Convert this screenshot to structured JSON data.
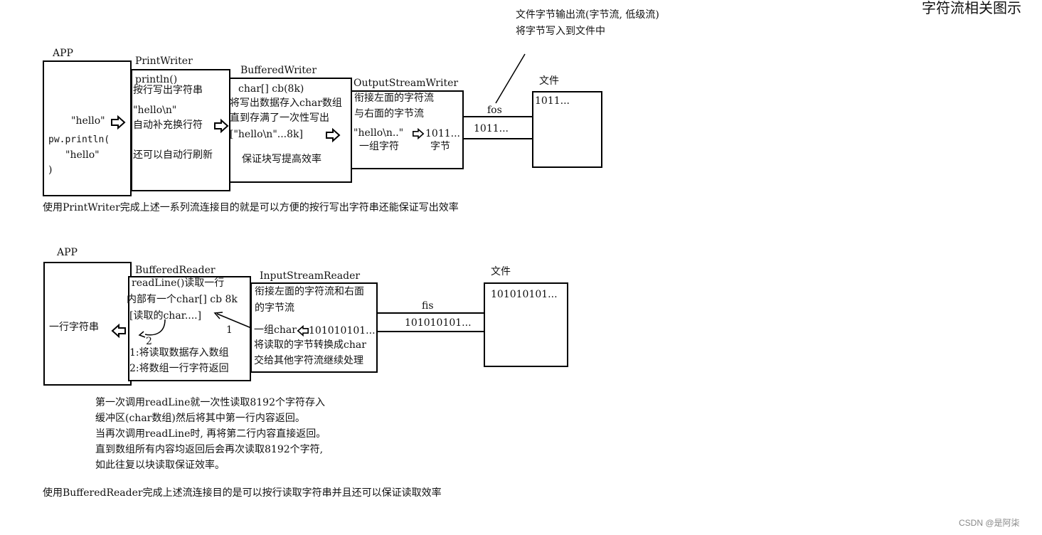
{
  "title": "字符流相关图示",
  "watermark": "CSDN @是阿柒",
  "writer": {
    "app_label": "APP",
    "app_lines": [
      "\"hello\"",
      "pw.println(",
      "\"hello\"",
      ")"
    ],
    "printwriter_label": "PrintWriter",
    "printwriter_lines": [
      "println()",
      "按行写出字符串",
      "\"hello\\n\"",
      "自动补充换行符",
      "还可以自动行刷新"
    ],
    "bufferedwriter_label": "BufferedWriter",
    "bufferedwriter_lines": [
      "char[] cb(8k)",
      "将写出数据存入char数组",
      "直到存满了一次性写出",
      "[\"hello\\n\"...8k]",
      "保证块写提高效率"
    ],
    "osw_label": "OutputStreamWriter",
    "osw_lines": [
      "衔接左面的字符流",
      "与右面的字节流",
      "\"hello\\n..\"",
      "1011...",
      "一组字符",
      "字节"
    ],
    "fos_label": "fos",
    "fos_value": "1011...",
    "file_label": "文件",
    "file_value": "1011...",
    "annotation_lines": [
      "文件字节输出流(字节流, 低级流)",
      "将字节写入到文件中"
    ],
    "caption": "使用PrintWriter完成上述一系列流连接目的就是可以方便的按行写出字符串还能保证写出效率"
  },
  "reader": {
    "app_label": "APP",
    "app_text": "一行字符串",
    "bufferedreader_label": "BufferedReader",
    "bufferedreader_lines": [
      "readLine()读取一行",
      "内部有一个char[] cb 8k",
      "[读取的char....]",
      "2",
      "1:将读取数据存入数组",
      "2:将数组一行字符返回"
    ],
    "step1": "1",
    "isr_label": "InputStreamReader",
    "isr_lines": [
      "衔接左面的字符流和右面",
      "的字节流",
      "一组char",
      "101010101...",
      "将读取的字节转换成char",
      "交给其他字符流继续处理"
    ],
    "fis_label": "fis",
    "fis_value": "101010101...",
    "file_label": "文件",
    "file_value": "101010101...",
    "note_lines": [
      "第一次调用readLine就一次性读取8192个字符存入",
      "缓冲区(char数组)然后将其中第一行内容返回。",
      "当再次调用readLine时, 再将第二行内容直接返回。",
      "直到数组所有内容均返回后会再次读取8192个字符,",
      "如此往复以块读取保证效率。"
    ],
    "caption": "使用BufferedReader完成上述流连接目的是可以按行读取字符串并且还可以保证读取效率"
  },
  "icons": [
    "hollow-right-arrow-icon",
    "hollow-left-arrow-icon",
    "curved-arrow-icon",
    "line-arrow-icon"
  ]
}
